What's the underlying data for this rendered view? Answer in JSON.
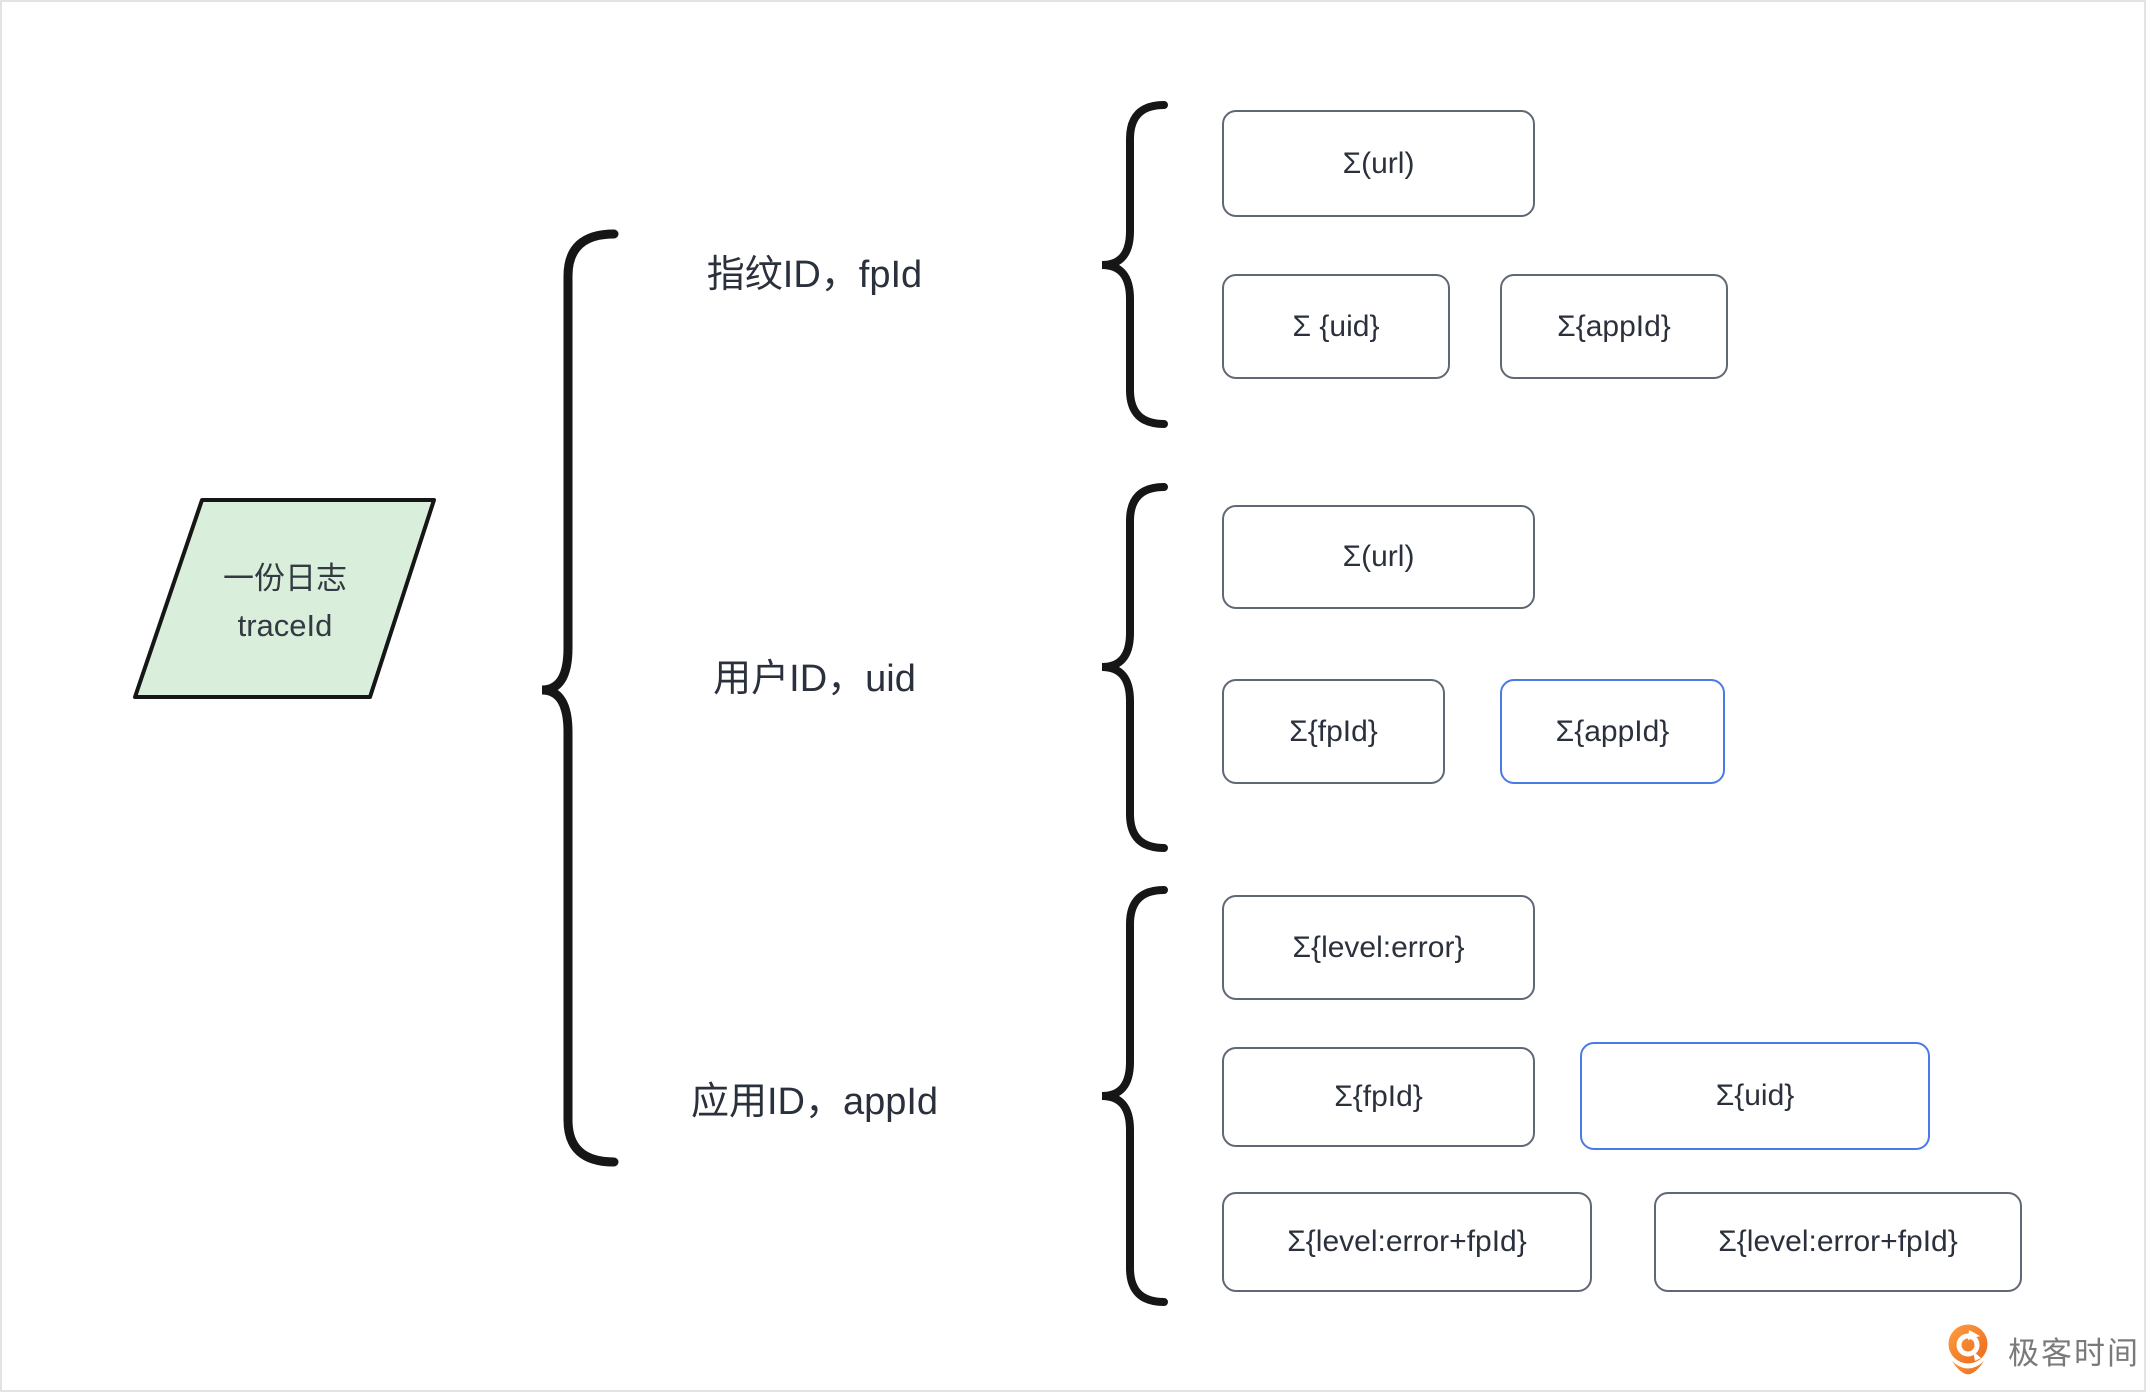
{
  "diagram": {
    "root": {
      "line1": "一份日志",
      "line2": "traceId"
    },
    "branches": [
      {
        "label": "指纹ID，fpId",
        "boxes": [
          {
            "label": "Σ(url)",
            "highlight": false
          },
          {
            "label": "Σ {uid}",
            "highlight": false
          },
          {
            "label": "Σ{appId}",
            "highlight": false
          }
        ]
      },
      {
        "label": "用户ID，uid",
        "boxes": [
          {
            "label": "Σ(url)",
            "highlight": false
          },
          {
            "label": "Σ{fpId}",
            "highlight": false
          },
          {
            "label": "Σ{appId}",
            "highlight": true
          }
        ]
      },
      {
        "label": "应用ID，appId",
        "boxes": [
          {
            "label": "Σ{level:error}",
            "highlight": false
          },
          {
            "label": "Σ{fpId}",
            "highlight": false
          },
          {
            "label": "Σ{uid}",
            "highlight": true
          },
          {
            "label": "Σ{level:error+fpId}",
            "highlight": false
          },
          {
            "label": "Σ{level:error+fpId}",
            "highlight": false
          }
        ]
      }
    ]
  },
  "footer": {
    "brand": "极客时间"
  },
  "colors": {
    "root_fill": "#d9eedb",
    "outline": "#161616",
    "box_border": "#616875",
    "box_border_highlight": "#4a7ae6",
    "text": "#2b313c",
    "brand_text": "#7a7a7a",
    "brand_orange": "#ee7420"
  }
}
